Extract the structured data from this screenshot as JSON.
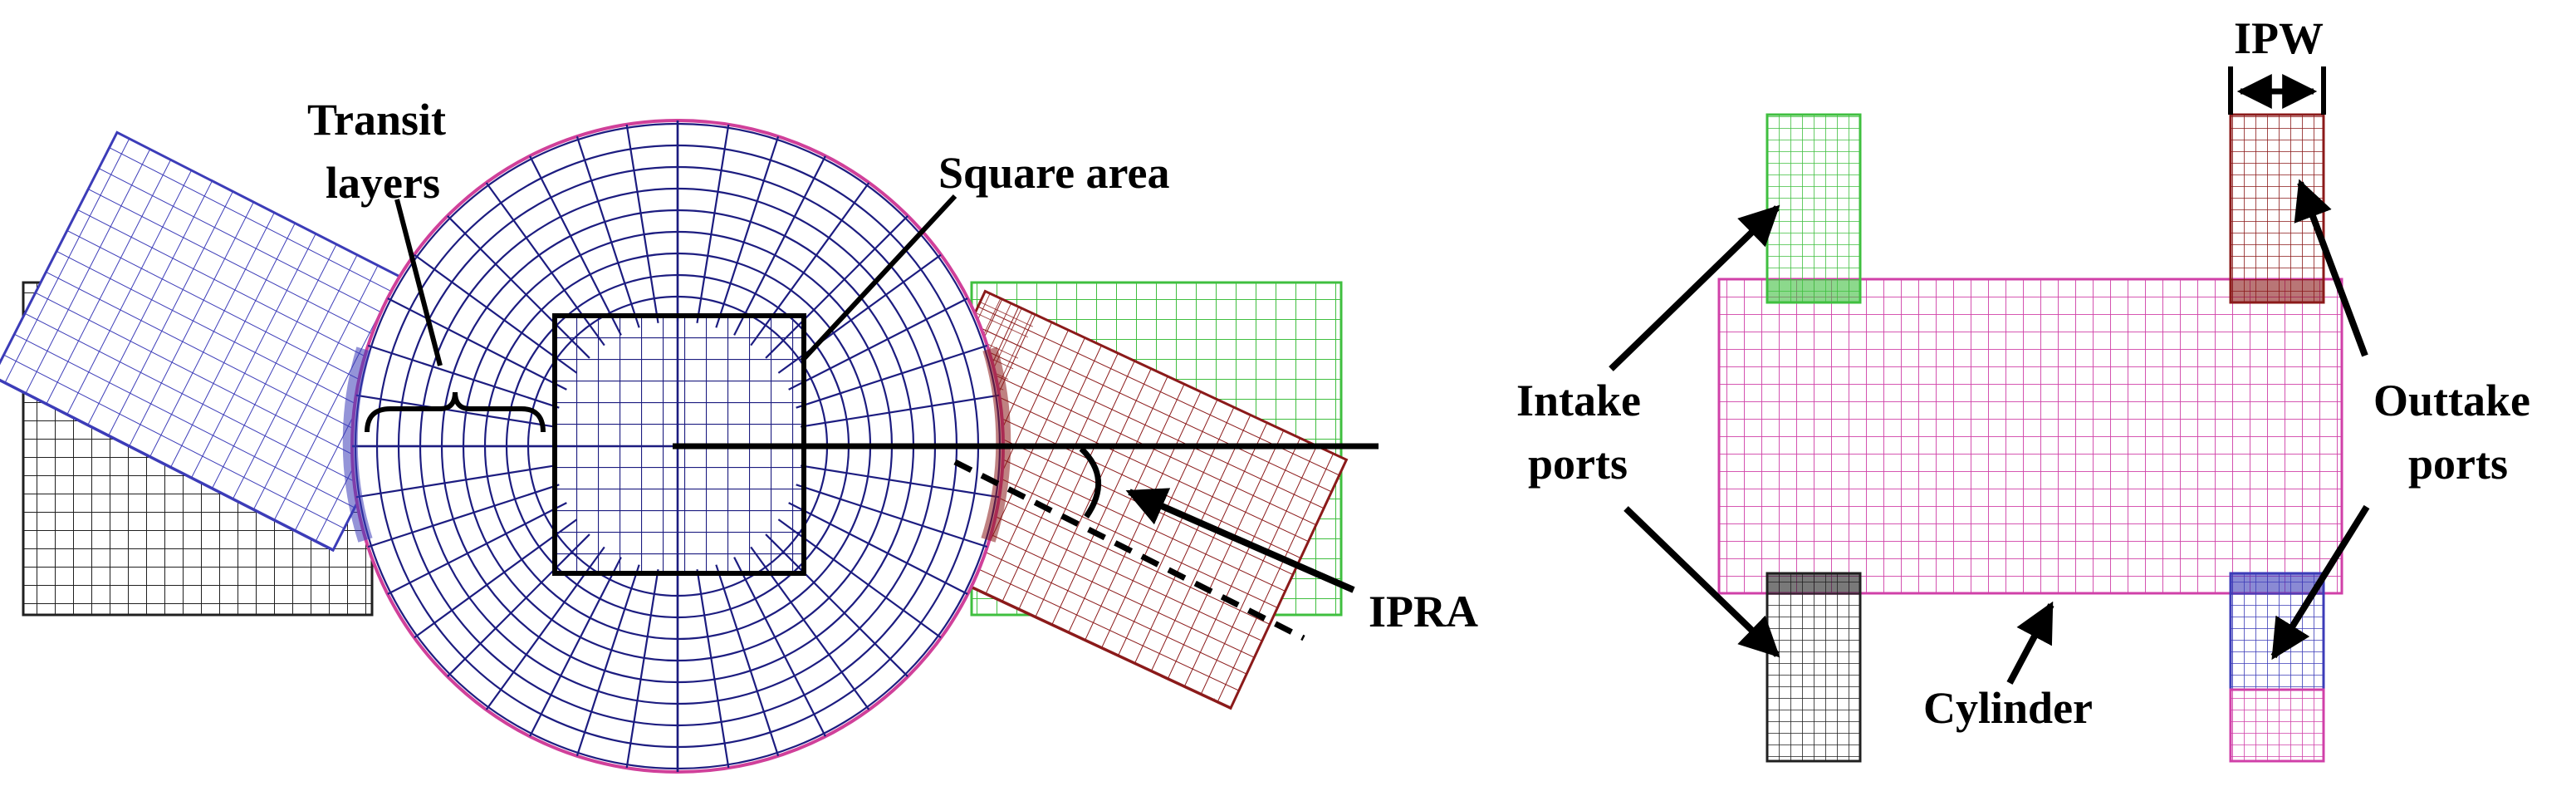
{
  "left_panel": {
    "labels": {
      "transit_line1": "Transit",
      "transit_line2": "layers",
      "square_area": "Square area",
      "ipra": "IPRA"
    },
    "colors": {
      "inner_mesh": "#1c1c80",
      "circle_outline": "#d0409a",
      "left_port": "#3c3cb8",
      "black_port": "#202020",
      "green_port": "#3fbf3f",
      "red_port": "#8b1a1a"
    }
  },
  "right_panel": {
    "labels": {
      "ipw": "IPW",
      "intake_line1": "Intake",
      "intake_line2": "ports",
      "outtake_line1": "Outtake",
      "outtake_line2": "ports",
      "cylinder": "Cylinder"
    },
    "colors": {
      "cylinder": "#d040a8",
      "green_port": "#3fbf3f",
      "red_port": "#8b1a1a",
      "black_port": "#202020",
      "blue_port": "#3c3cb8",
      "pink_port": "#d040a8"
    }
  }
}
